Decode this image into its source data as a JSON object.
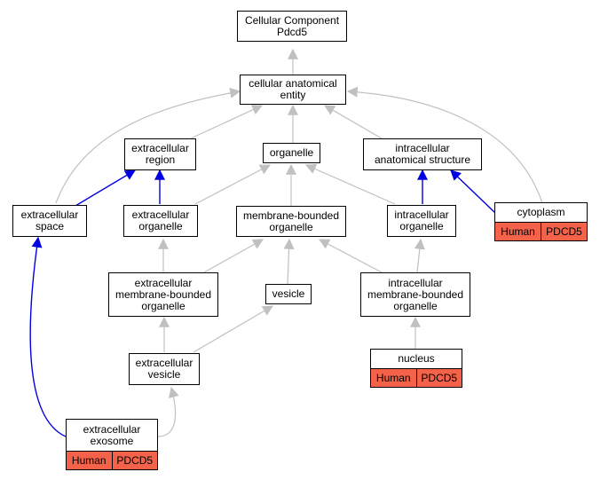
{
  "nodes": {
    "root": {
      "lines": [
        "Cellular Component",
        "Pdcd5"
      ]
    },
    "cae": {
      "lines": [
        "cellular anatomical",
        "entity"
      ]
    },
    "er": {
      "lines": [
        "extracellular",
        "region"
      ]
    },
    "org": {
      "lines": [
        "organelle"
      ]
    },
    "ias": {
      "lines": [
        "intracellular",
        "anatomical structure"
      ]
    },
    "es": {
      "lines": [
        "extracellular",
        "space"
      ]
    },
    "eo": {
      "lines": [
        "extracellular",
        "organelle"
      ]
    },
    "mbo": {
      "lines": [
        "membrane-bounded",
        "organelle"
      ]
    },
    "io": {
      "lines": [
        "intracellular",
        "organelle"
      ]
    },
    "cyto": {
      "lines": [
        "cytoplasm"
      ],
      "genes": [
        "Human",
        "PDCD5"
      ]
    },
    "embo": {
      "lines": [
        "extracellular",
        "membrane-bounded",
        "organelle"
      ]
    },
    "ves": {
      "lines": [
        "vesicle"
      ]
    },
    "imbo": {
      "lines": [
        "intracellular",
        "membrane-bounded",
        "organelle"
      ]
    },
    "ev": {
      "lines": [
        "extracellular",
        "vesicle"
      ]
    },
    "nuc": {
      "lines": [
        "nucleus"
      ],
      "genes": [
        "Human",
        "PDCD5"
      ]
    },
    "exo": {
      "lines": [
        "extracellular",
        "exosome"
      ],
      "genes": [
        "Human",
        "PDCD5"
      ]
    }
  },
  "colors": {
    "is_a_edge": "#c0c0c0",
    "part_of_edge": "#0000e0",
    "annotation_fill": "#f4624a"
  }
}
